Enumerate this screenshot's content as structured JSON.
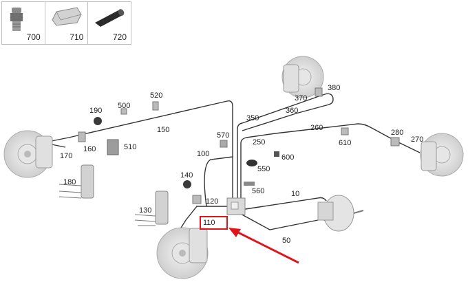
{
  "legend": {
    "items": [
      {
        "number": "700",
        "icon": "bleed-screw-icon"
      },
      {
        "number": "710",
        "icon": "hex-connector-icon"
      },
      {
        "number": "720",
        "icon": "protective-sleeve-icon"
      }
    ]
  },
  "part_labels": {
    "p10": "10",
    "p50": "50",
    "p100": "100",
    "p110": "110",
    "p120": "120",
    "p130": "130",
    "p140": "140",
    "p150": "150",
    "p160": "160",
    "p170": "170",
    "p180": "180",
    "p190": "190",
    "p250": "250",
    "p260": "260",
    "p270": "270",
    "p280": "280",
    "p350": "350",
    "p360": "360",
    "p370": "370",
    "p380": "380",
    "p500": "500",
    "p510": "510",
    "p520": "520",
    "p550": "550",
    "p560": "560",
    "p570": "570",
    "p600": "600",
    "p610": "610"
  },
  "highlight": {
    "part": "110",
    "color": "#e0141b"
  }
}
